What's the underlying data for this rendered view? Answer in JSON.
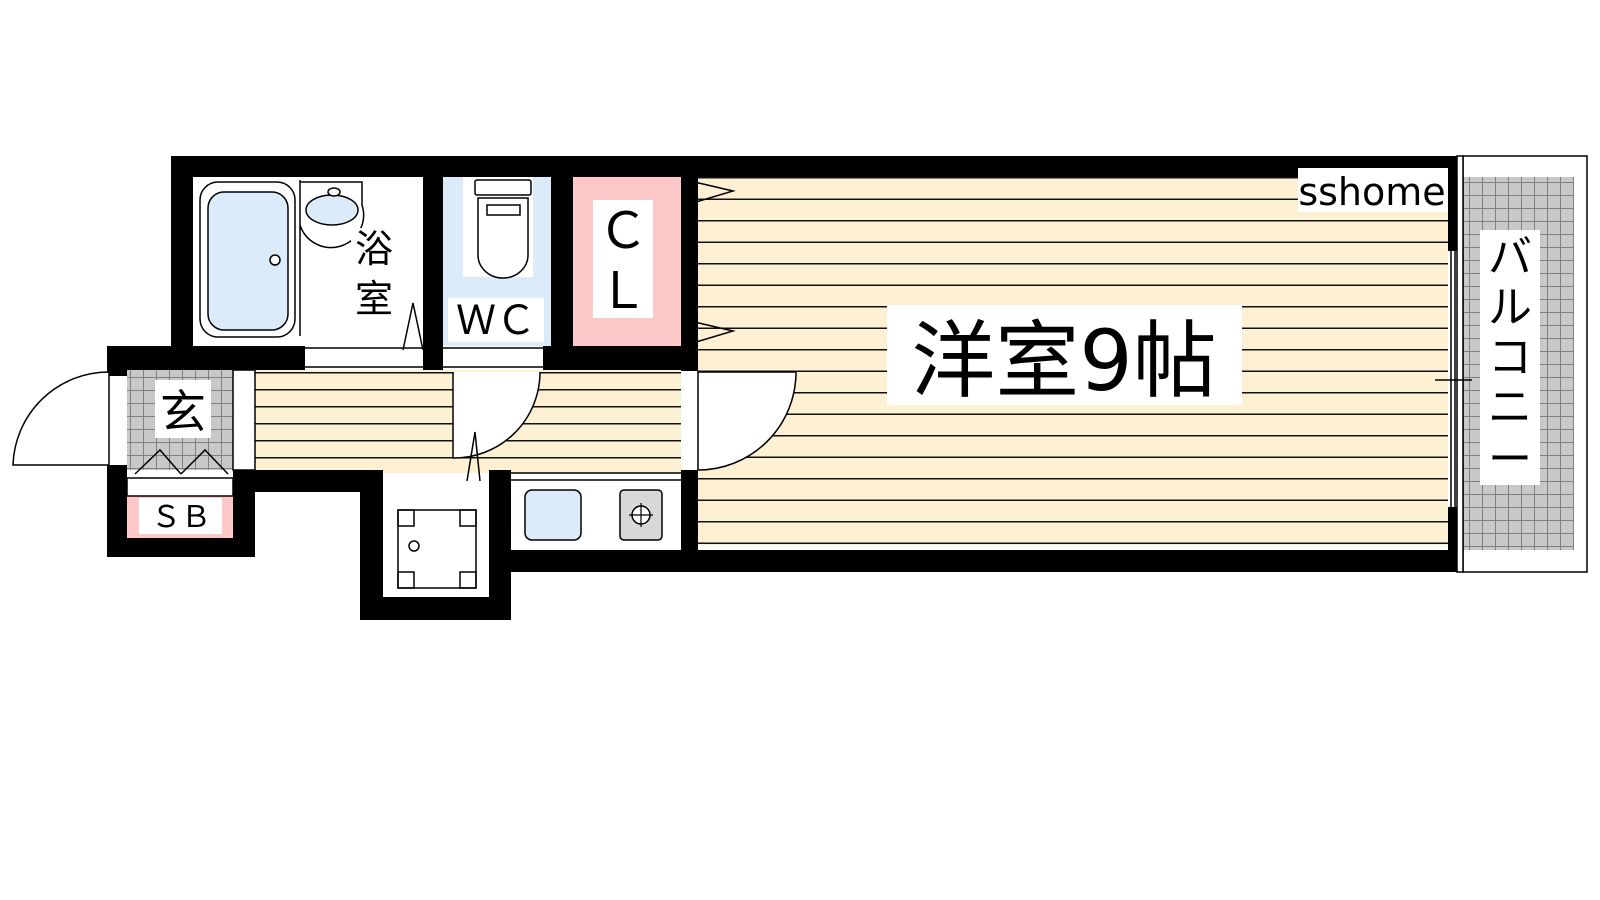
{
  "labels": {
    "bath": [
      "浴",
      "室"
    ],
    "wc": "ＷＣ",
    "closet": [
      "Ｃ",
      "Ｌ"
    ],
    "entrance": "玄",
    "shoebox": "ＳＢ",
    "western_room": "洋室9帖",
    "balcony": [
      "バ",
      "ル",
      "コ",
      "ニ",
      "ー"
    ],
    "watermark": "sshome"
  },
  "colors": {
    "wall": "#000000",
    "floor_wood": "#fdf0d3",
    "floor_line": "#111111",
    "water": "#dcebfa",
    "closet": "#fec8c8",
    "tile": "#c8c8c8",
    "tile_grid": "#808080"
  },
  "icons": {
    "bathtub": "bathtub-icon",
    "washbasin": "washbasin-icon",
    "toilet": "toilet-icon",
    "sink": "sink-icon",
    "stove": "stove-icon",
    "washer": "washing-machine-pan-icon"
  }
}
